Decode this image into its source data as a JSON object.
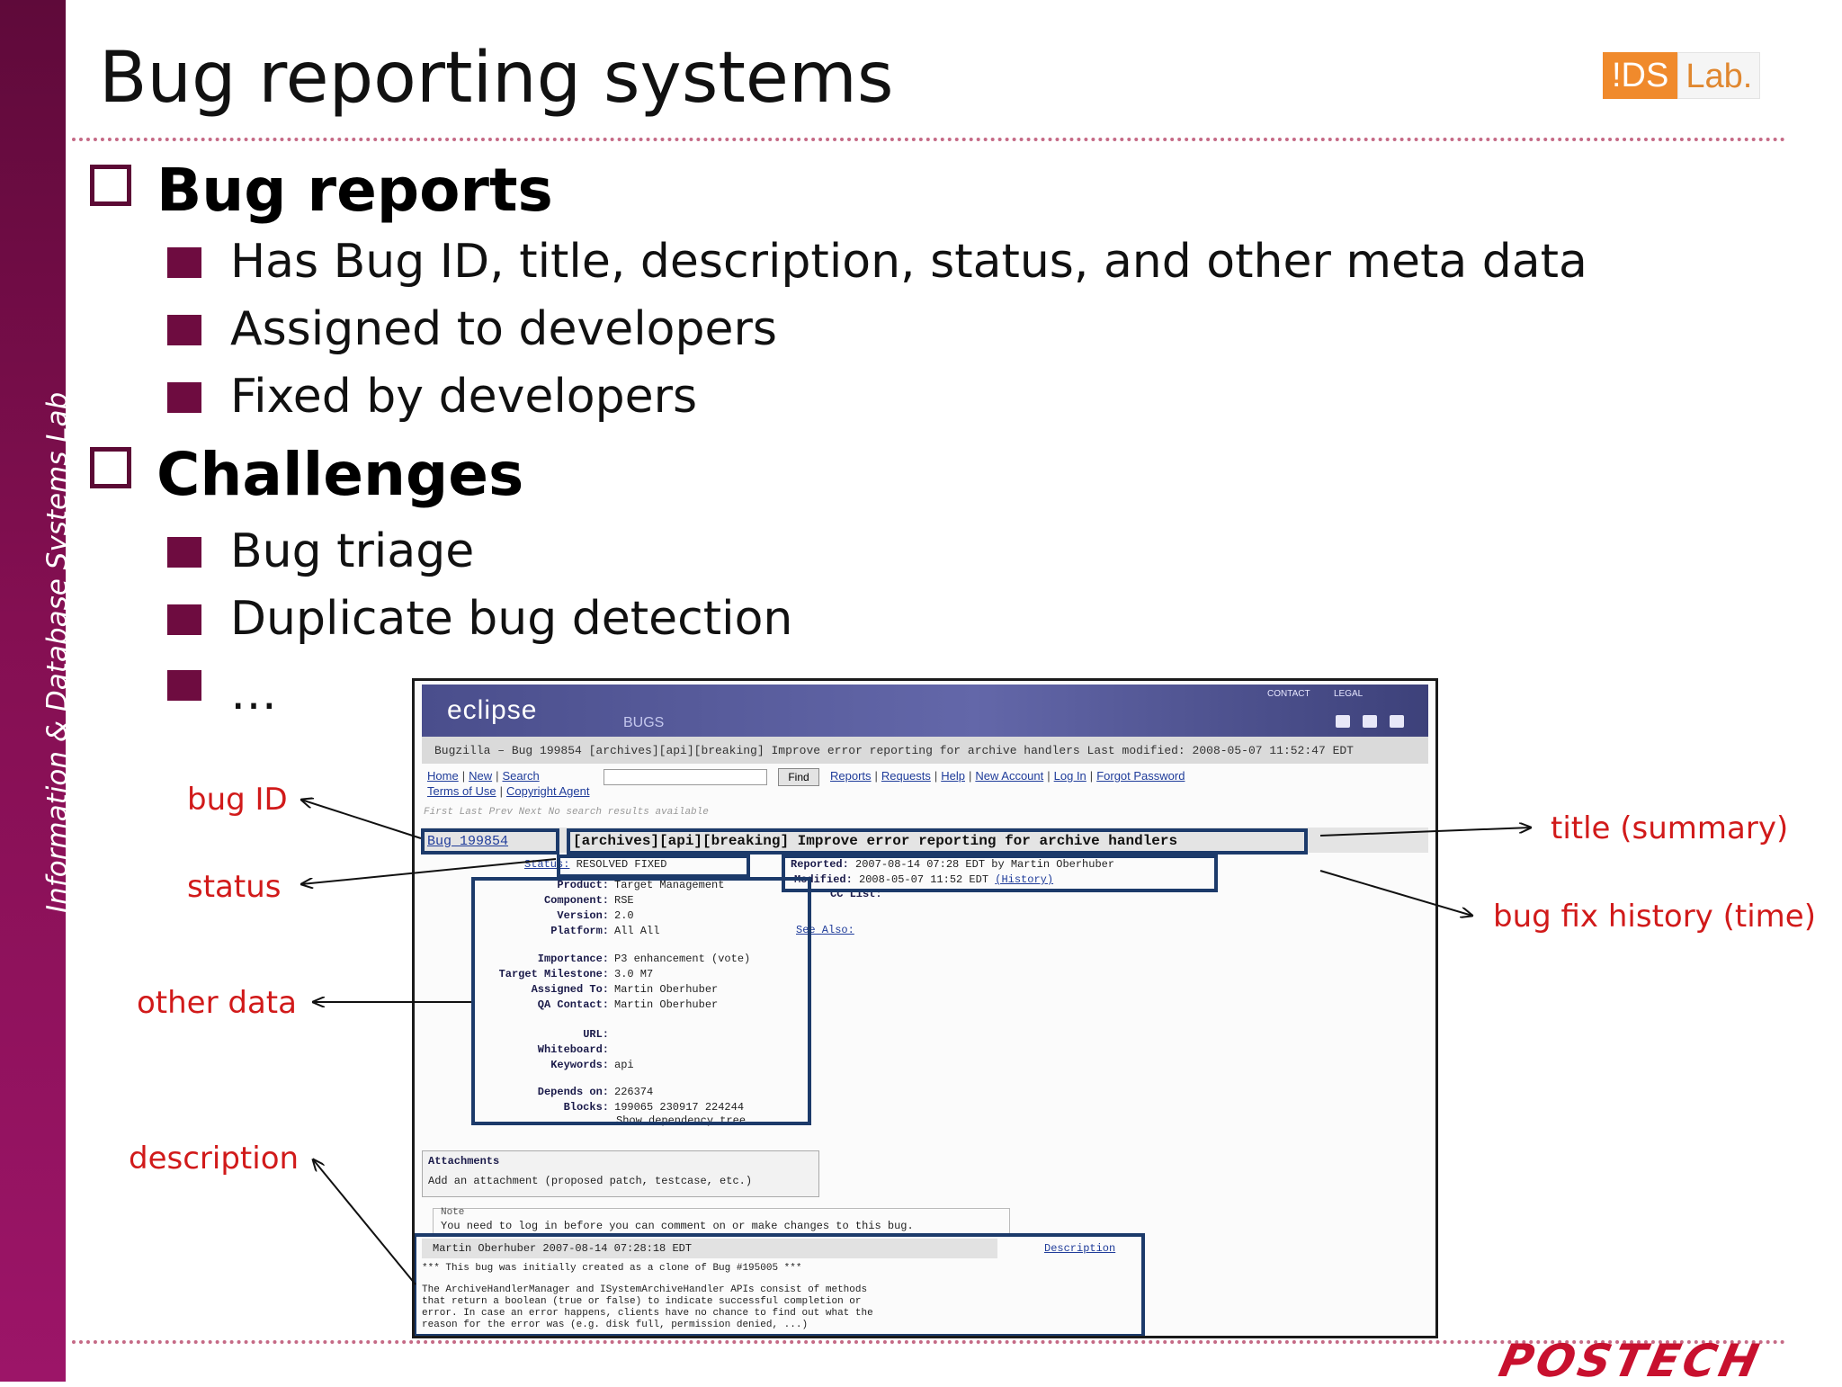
{
  "sidebar": {
    "text": "Information & Database Systems Lab"
  },
  "slide": {
    "title": "Bug reporting systems"
  },
  "logo": {
    "ids": "!DS",
    "lab": "Lab."
  },
  "sections": [
    {
      "heading": "Bug reports",
      "bullets": [
        "Has Bug ID, title, description, status, and other meta data",
        "Assigned to developers",
        "Fixed by developers"
      ]
    },
    {
      "heading": "Challenges",
      "bullets": [
        "Bug triage",
        "Duplicate bug detection",
        "…"
      ]
    }
  ],
  "annotations": {
    "bug_id": "bug ID",
    "status": "status",
    "other_data": "other data",
    "description": "description",
    "title_summary": "title (summary)",
    "fix_history": "bug fix history (time)"
  },
  "screenshot": {
    "brand": "eclipse",
    "brand_sub": "BUGS",
    "top_links": [
      "CONTACT",
      "LEGAL"
    ],
    "title_bar": "Bugzilla – Bug 199854  [archives][api][breaking] Improve error reporting for archive handlers  Last modified: 2008-05-07 11:52:47 EDT",
    "nav_row1": [
      "Home",
      "New",
      "Search"
    ],
    "find_label": "Find",
    "nav_row1_right": [
      "Reports",
      "Requests",
      "Help",
      "New Account",
      "Log In",
      "Forgot Password"
    ],
    "nav_row2": [
      "Terms of Use",
      "Copyright Agent"
    ],
    "search_nav": "First  Last  Prev  Next     No search results available",
    "bug_id": "Bug 199854",
    "bug_title": "[archives][api][breaking] Improve error reporting for archive handlers",
    "status": {
      "label": "Status:",
      "value": "RESOLVED FIXED"
    },
    "reported": {
      "label": "Reported:",
      "value": "2007-08-14 07:28 EDT by Martin Oberhuber"
    },
    "modified": {
      "label": "Modified:",
      "value": "2008-05-07 11:52 EDT",
      "link": "(History)"
    },
    "cc_list": "CC List:",
    "see_also": "See Also:",
    "fields": [
      {
        "label": "Product:",
        "value": "Target Management"
      },
      {
        "label": "Component:",
        "value": "RSE"
      },
      {
        "label": "Version:",
        "value": "2.0"
      },
      {
        "label": "Platform:",
        "value": "All All"
      },
      {
        "label": "Importance:",
        "value": "P3 enhancement (vote)"
      },
      {
        "label": "Target Milestone:",
        "value": "3.0 M7"
      },
      {
        "label": "Assigned To:",
        "value": "Martin Oberhuber"
      },
      {
        "label": "QA Contact:",
        "value": "Martin Oberhuber"
      },
      {
        "label": "URL:",
        "value": ""
      },
      {
        "label": "Whiteboard:",
        "value": ""
      },
      {
        "label": "Keywords:",
        "value": "api"
      },
      {
        "label": "Depends on:",
        "value": "226374"
      },
      {
        "label": "Blocks:",
        "value": "199065 230917 224244"
      }
    ],
    "dependency": "Show dependency tree",
    "attachments_header": "Attachments",
    "attachments_link": "Add an attachment (proposed patch, testcase, etc.)",
    "note_label": "Note",
    "note_text": "You need to log in before you can comment on or make changes to this bug.",
    "desc_author": "Martin Oberhuber     2007-08-14 07:28:18 EDT",
    "desc_link": "Description",
    "desc_clone": "*** This bug was initially created as a clone of Bug #195005 ***",
    "desc_body": "The ArchiveHandlerManager and ISystemArchiveHandler APIs consist of methods\nthat return a boolean (true or false) to indicate successful completion or\nerror. In case an error happens, clients have no chance to find out what the\nreason for the error was (e.g. disk full, permission denied, ...)"
  },
  "footer": {
    "brand": "POSTECH"
  },
  "colors": {
    "sidebar": "#840f52",
    "bullet": "#6e0c40",
    "annotation": "#d11a1a",
    "highlight": "#1c3a6a",
    "postech": "#c8102e"
  }
}
